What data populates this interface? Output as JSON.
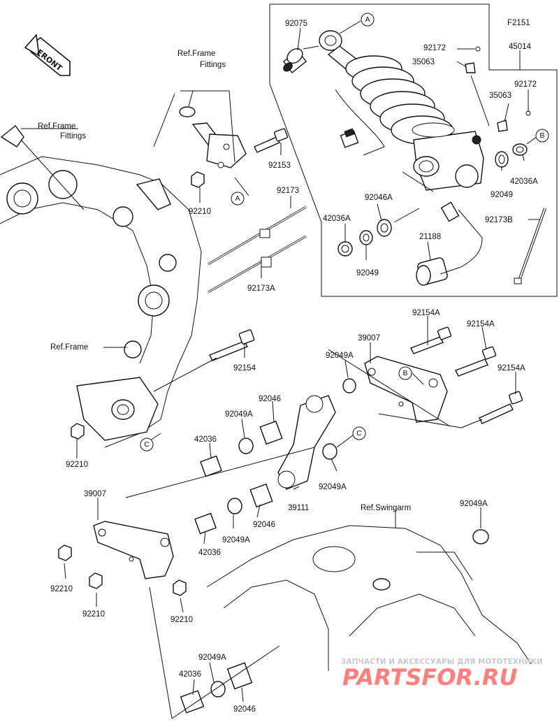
{
  "figure_code": "F2151",
  "front_label": "FRONT",
  "labels": {
    "p92075": "92075",
    "p92172a": "92172",
    "p35063a": "35063",
    "p45014": "45014",
    "p92172b": "92172",
    "p35063b": "35063",
    "p42036a": "42036A",
    "p92049a": "92049",
    "p92046a": "92046A",
    "p42036a2": "42036A",
    "p92049b": "92049",
    "p21188": "21188",
    "p92173b": "92173B",
    "ref_frame_fittings_top": "Ref.Frame\nFittings",
    "ref_frame_fittings_left": "Ref.Frame\nFittings",
    "p92153": "92153",
    "p92210a": "92210",
    "p92173": "92173",
    "p92173a": "92173A",
    "ref_frame": "Ref.Frame",
    "p92154": "92154",
    "p92154a1": "92154A",
    "p92154a2": "92154A",
    "p92154a3": "92154A",
    "p39007a": "39007",
    "p92049a_1": "92049A",
    "p92046_1": "92046",
    "p92049a_2": "92049A",
    "p42036_1": "42036",
    "p92210b": "92210",
    "p92049a_3": "92049A",
    "p39111": "39111",
    "ref_swingarm": "Ref.Swingarm",
    "p92049a_4": "92049A",
    "p39007b": "39007",
    "p92049a_5": "92049A",
    "p92046_2": "92046",
    "p42036_2": "42036",
    "p92210c": "92210",
    "p92210d": "92210",
    "p92210e": "92210",
    "p92049a_6": "92049A",
    "p42036_3": "42036",
    "p92046_3": "92046"
  },
  "callouts": {
    "a1": "A",
    "a2": "A",
    "b1": "B",
    "b2": "B",
    "c1": "C",
    "c2": "C"
  },
  "watermark": {
    "top": "ЗАПЧАСТИ И АКСЕССУАРЫ ДЛЯ МОТОТЕХНИКИ",
    "brand": "PARTSFOR.RU"
  }
}
